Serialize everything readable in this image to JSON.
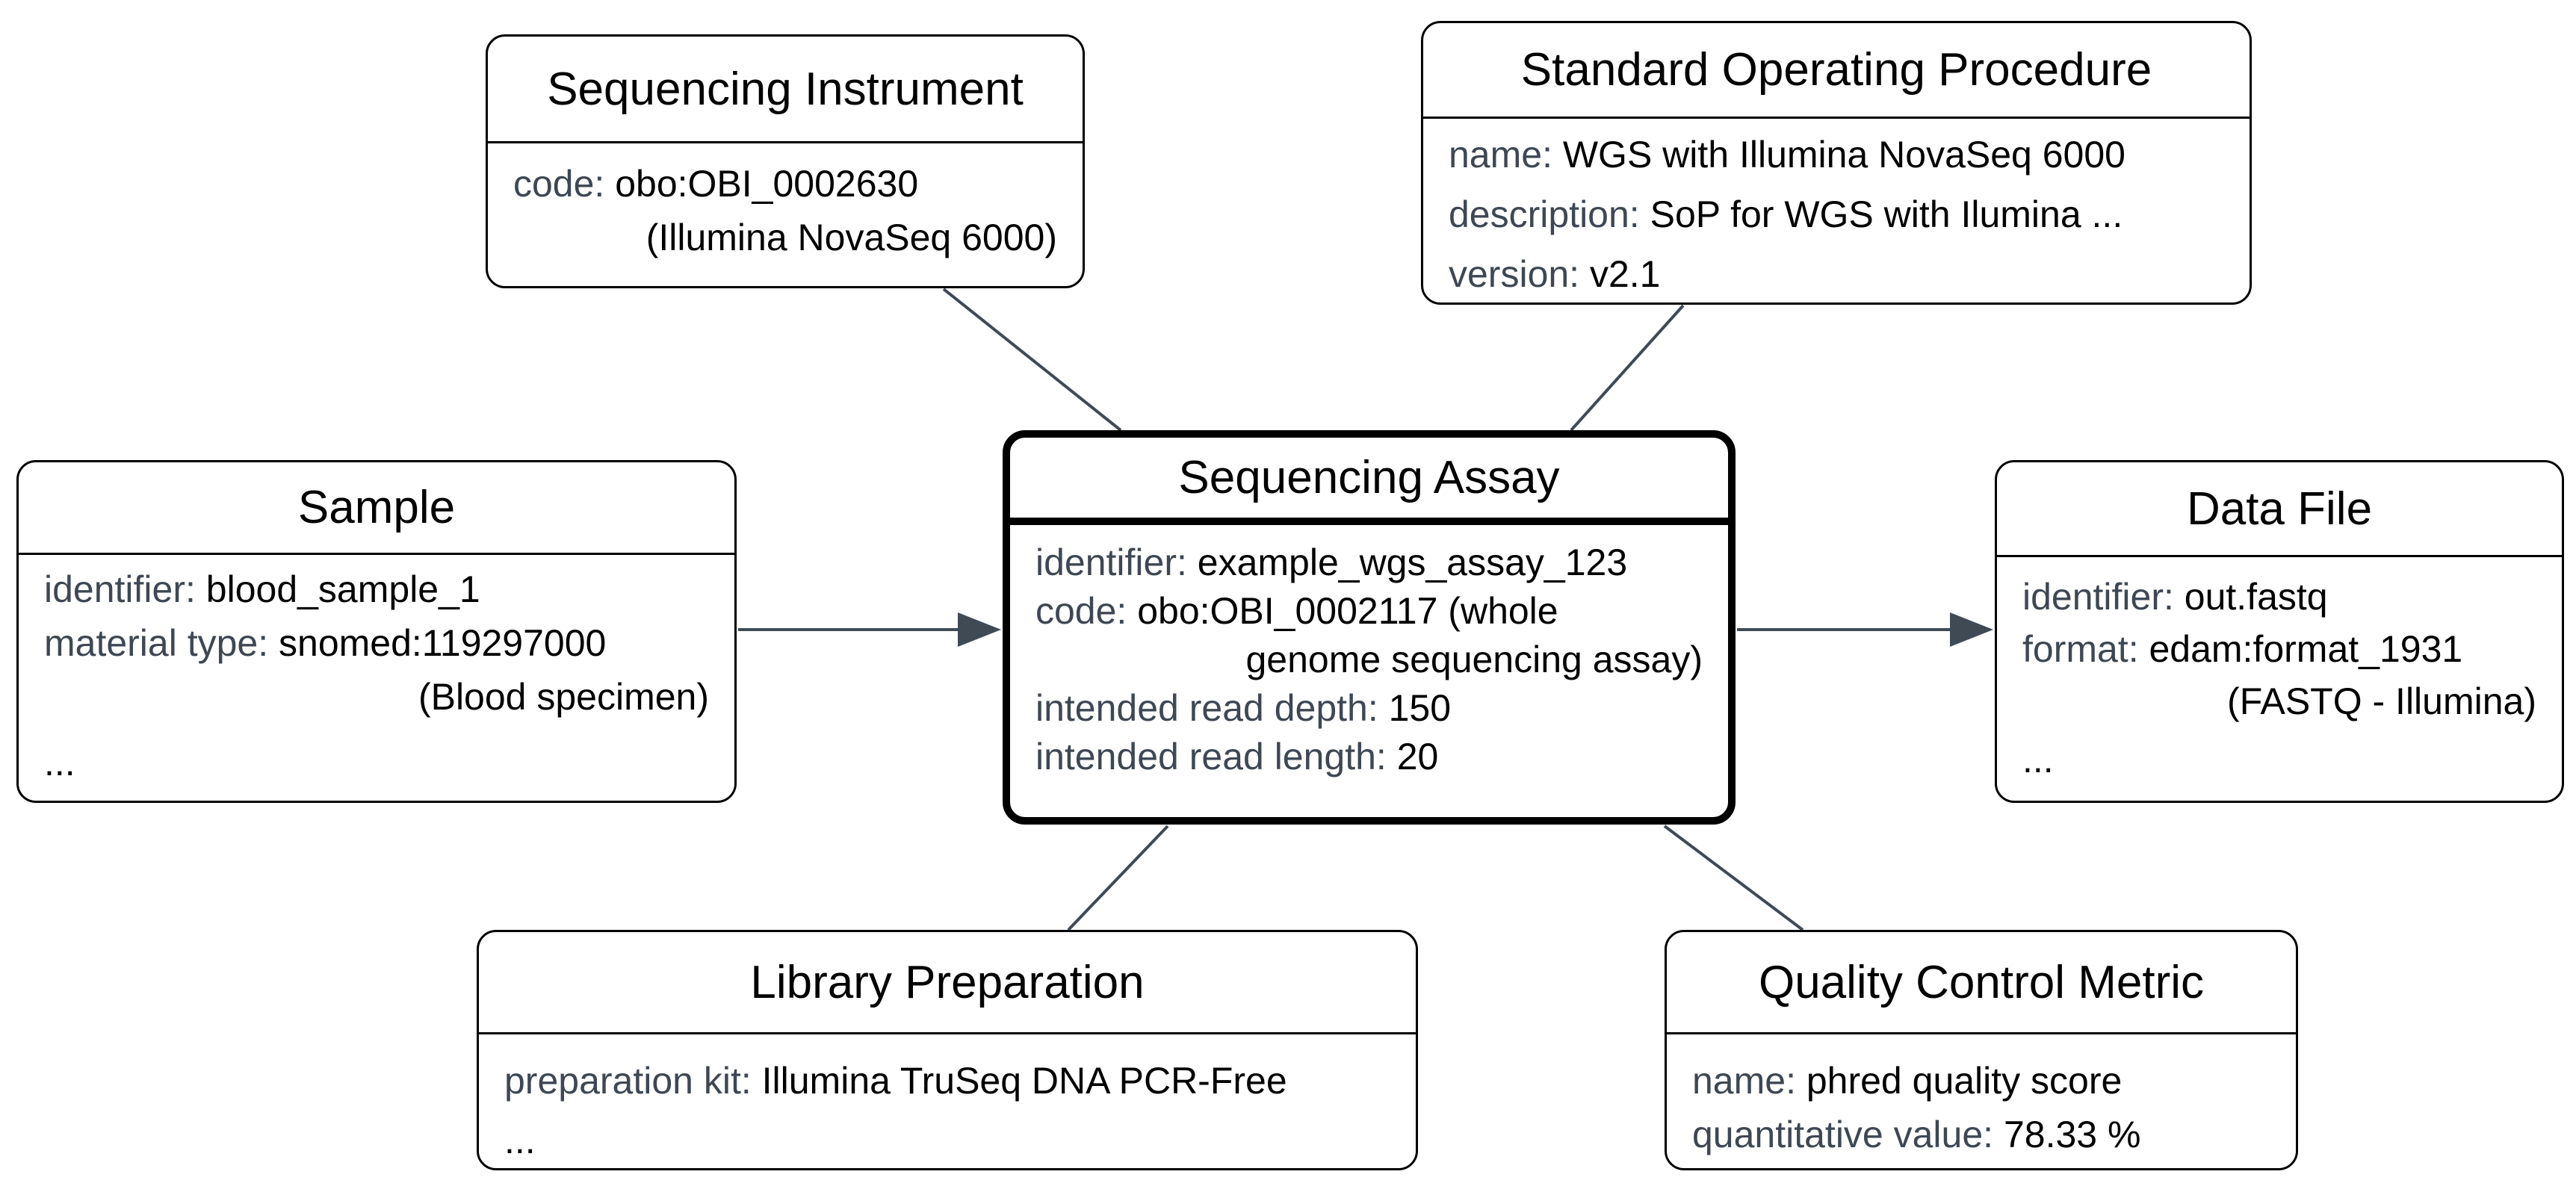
{
  "colors": {
    "label": "#3e4753",
    "value": "#000000",
    "border": "#000000",
    "connector": "#3f4a55",
    "background": "#ffffff"
  },
  "nodes": [
    {
      "id": "sequencing-instrument",
      "title": "Sequencing Instrument",
      "lines": [
        {
          "label": "code: ",
          "value": "obo:OBI_0002630",
          "align": "left"
        },
        {
          "value": "(Illumina NovaSeq 6000)",
          "align": "right"
        }
      ]
    },
    {
      "id": "standard-operating-procedure",
      "title": "Standard Operating Procedure",
      "lines": [
        {
          "label": "name: ",
          "value": "WGS with Illumina NovaSeq 6000",
          "align": "left"
        },
        {
          "label": "description: ",
          "value": "SoP for WGS with Ilumina ...",
          "align": "left"
        },
        {
          "label": "version: ",
          "value": "v2.1",
          "align": "left"
        }
      ]
    },
    {
      "id": "sample",
      "title": "Sample",
      "lines": [
        {
          "label": "identifier: ",
          "value": "blood_sample_1",
          "align": "left"
        },
        {
          "label": "material type: ",
          "value": "snomed:119297000",
          "align": "left"
        },
        {
          "value": "(Blood specimen)",
          "align": "right"
        },
        {
          "value": "...",
          "align": "left",
          "gap": true
        }
      ]
    },
    {
      "id": "sequencing-assay",
      "title": "Sequencing Assay",
      "lines": [
        {
          "label": "identifier: ",
          "value": "example_wgs_assay_123",
          "align": "left"
        },
        {
          "label": "code: ",
          "value": "obo:OBI_0002117 (whole",
          "align": "left"
        },
        {
          "value": "genome sequencing assay)",
          "align": "right"
        },
        {
          "label": "intended read depth: ",
          "value": "150",
          "align": "left"
        },
        {
          "label": "intended read length: ",
          "value": "20",
          "align": "left"
        }
      ]
    },
    {
      "id": "data-file",
      "title": "Data File",
      "lines": [
        {
          "label": "identifier: ",
          "value": "out.fastq",
          "align": "left"
        },
        {
          "label": "format: ",
          "value": "edam:format_1931",
          "align": "left"
        },
        {
          "value": "(FASTQ - Illumina)",
          "align": "right"
        },
        {
          "value": "...",
          "align": "left",
          "gap": true
        }
      ]
    },
    {
      "id": "library-preparation",
      "title": "Library Preparation",
      "lines": [
        {
          "label": "preparation kit: ",
          "value": "Illumina TruSeq DNA PCR-Free",
          "align": "left"
        },
        {
          "value": "...",
          "align": "left",
          "gap": true
        }
      ]
    },
    {
      "id": "quality-control-metric",
      "title": "Quality Control Metric",
      "lines": [
        {
          "label": "name: ",
          "value": "phred quality score",
          "align": "left"
        },
        {
          "label": "quantitative value: ",
          "value": "78.33 %",
          "align": "left"
        }
      ]
    }
  ],
  "edges": [
    {
      "from": "Sample",
      "to": "Sequencing Assay",
      "arrow": "triangle"
    },
    {
      "from": "Sequencing Assay",
      "to": "Data File",
      "arrow": "triangle"
    },
    {
      "from": "Sequencing Instrument",
      "to": "Sequencing Assay",
      "arrow": "none"
    },
    {
      "from": "Standard Operating Procedure",
      "to": "Sequencing Assay",
      "arrow": "none"
    },
    {
      "from": "Sequencing Assay",
      "to": "Library Preparation",
      "arrow": "none"
    },
    {
      "from": "Sequencing Assay",
      "to": "Quality Control Metric",
      "arrow": "none"
    }
  ]
}
